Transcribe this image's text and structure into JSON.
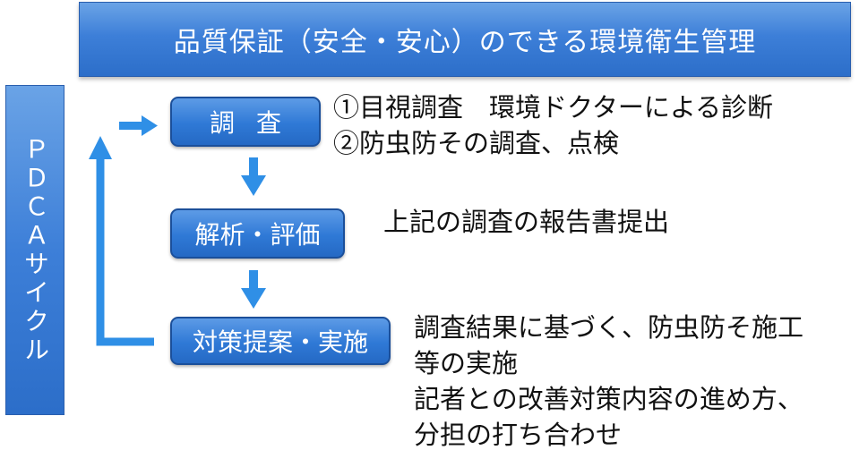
{
  "title": "品質保証（安全・安心）のできる環境衛生管理",
  "cycle_label": "ＰＤＣＡサイクル",
  "steps": [
    {
      "label": "調査"
    },
    {
      "label": "解析・評価"
    },
    {
      "label": "対策提案・実施"
    }
  ],
  "descriptions": {
    "step1": [
      "①目視調査　環境ドクターによる診断",
      "②防虫防その調査、点検"
    ],
    "step2": [
      "上記の調査の報告書提出"
    ],
    "step3": [
      "調査結果に基づく、防虫防そ施工",
      "等の実施",
      "記者との改善対策内容の進め方、",
      "分担の打ち合わせ"
    ]
  },
  "colors": {
    "accent": "#3d7fd8",
    "arrow": "#2f8fe6",
    "text": "#111111"
  }
}
